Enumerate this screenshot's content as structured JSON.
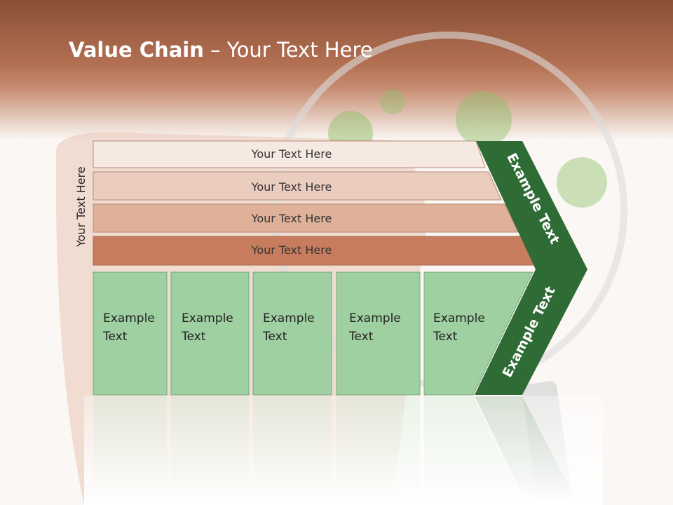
{
  "title": {
    "bold": "Value Chain",
    "rest": " – Your Text Here"
  },
  "side_label": "Your Text Here",
  "rows": [
    {
      "label": "Your Text Here",
      "color": "#f6e9e2"
    },
    {
      "label": "Your Text Here",
      "color": "#ebcdbf"
    },
    {
      "label": "Your Text Here",
      "color": "#dfb199"
    },
    {
      "label": "Your Text Here",
      "color": "#c77c5e"
    }
  ],
  "cells": [
    {
      "line1": "Example",
      "line2": "Text"
    },
    {
      "line1": "Example",
      "line2": "Text"
    },
    {
      "line1": "Example",
      "line2": "Text"
    },
    {
      "line1": "Example",
      "line2": "Text"
    },
    {
      "line1": "Example",
      "line2": "Text"
    }
  ],
  "chevron_top": "Example Text",
  "chevron_bottom": "Example Text",
  "colors": {
    "cell": "#9fd0a1",
    "chevron": "#2f6b35",
    "header": "#a86448"
  }
}
